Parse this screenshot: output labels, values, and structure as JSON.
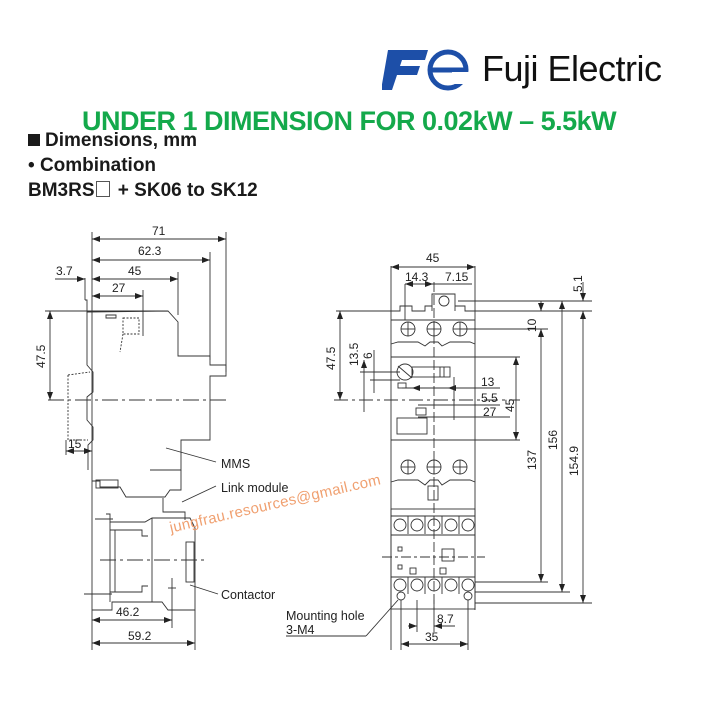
{
  "brand": {
    "name": "Fuji Electric",
    "logo_icon": "fuji-fe-logo-icon",
    "logo_color": "#1d4fa8"
  },
  "headline": {
    "text": "UNDER 1 DIMENSION FOR 0.02kW – 5.5kW",
    "color": "#14a94b"
  },
  "section": {
    "title": "Dimensions, mm",
    "subtitle": "Combination",
    "model_prefix": "BM3RS",
    "model_suffix": "+ SK06 to SK12"
  },
  "side_view": {
    "dims": {
      "d71": "71",
      "d62_3": "62.3",
      "d3_7": "3.7",
      "d45": "45",
      "d27": "27",
      "d47_5": "47.5",
      "d15": "15",
      "d46_2": "46.2",
      "d59_2": "59.2"
    },
    "labels": {
      "mms": "MMS",
      "link_module": "Link module",
      "contactor": "Contactor"
    }
  },
  "front_view": {
    "dims": {
      "d45_top": "45",
      "d14_3": "14.3",
      "d7_15": "7.15",
      "d5_1": "5.1",
      "d10": "10",
      "d47_5": "47.5",
      "d13_5": "13.5",
      "d6": "6",
      "d13": "13",
      "d5_5": "5.5",
      "d27": "27",
      "d45_side": "45",
      "d137": "137",
      "d156": "156",
      "d154_9": "154.9",
      "d8_7": "8.7",
      "d35": "35"
    },
    "labels": {
      "mounting_hole": "Mounting hole",
      "mounting_spec": "3-M4"
    }
  },
  "watermark": {
    "text": "jungfrau.resources@gmail.com",
    "color": "#f0a070"
  }
}
